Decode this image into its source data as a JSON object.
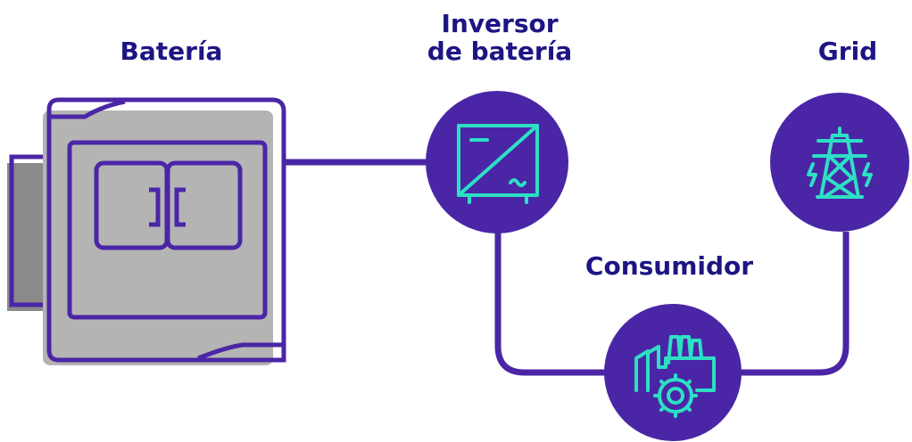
{
  "nodes": {
    "battery": {
      "label": "Batería",
      "icon": "battery-cabinet-icon"
    },
    "inverter": {
      "label_line1": "Inversor",
      "label_line2": "de batería",
      "icon": "dc-ac-inverter-icon"
    },
    "grid": {
      "label": "Grid",
      "icon": "power-pylon-icon"
    },
    "consumer": {
      "label": "Consumidor",
      "icon": "factory-gear-icon"
    }
  },
  "colors": {
    "label_text": "#1d1583",
    "connector": "#4a26a6",
    "circle_fill": "#4a26a6",
    "icon_stroke": "#2de0c4",
    "battery_body": "#b4b4b4",
    "battery_side": "#8a8a8a"
  }
}
